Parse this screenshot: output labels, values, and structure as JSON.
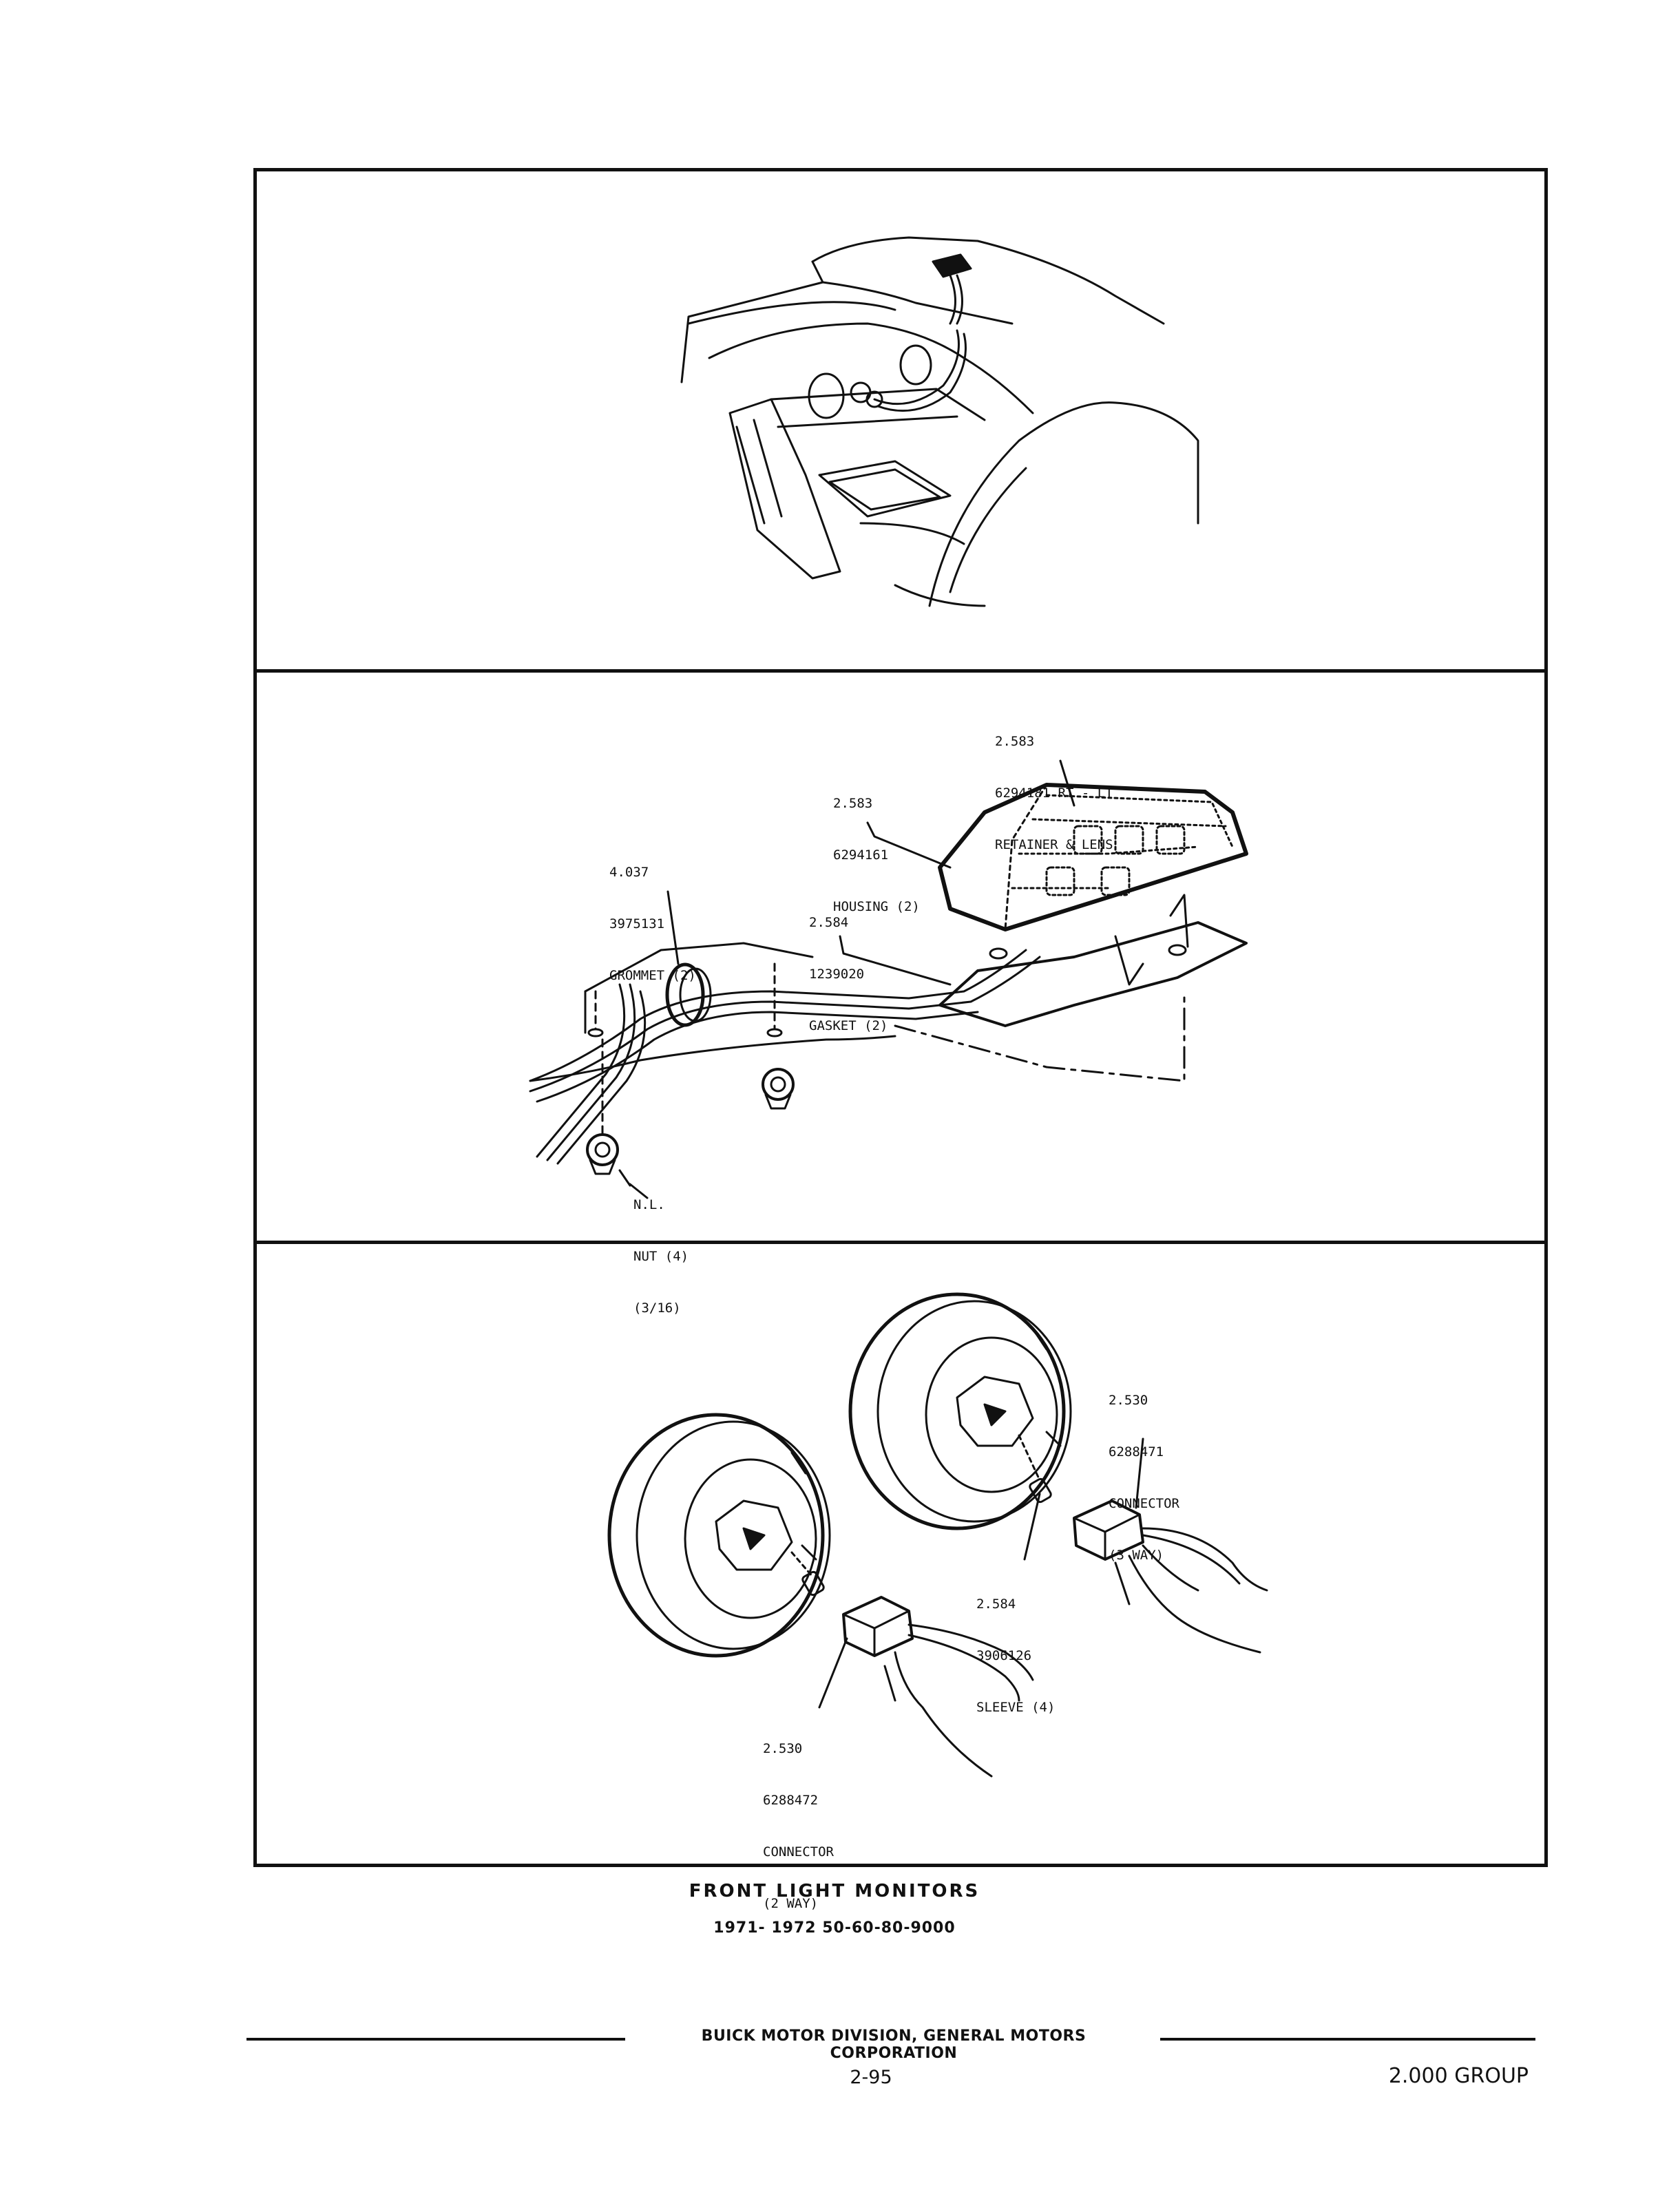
{
  "figure": {
    "labels": {
      "retainer_lens": [
        "2.583",
        "6294181 RT - LT",
        "RETAINER & LENS"
      ],
      "housing": [
        "2.583",
        "6294161",
        "HOUSING (2)"
      ],
      "grommet": [
        "4.037",
        "3975131",
        "GROMMET (2)"
      ],
      "gasket": [
        "2.584",
        "1239020",
        "GASKET (2)"
      ],
      "nut": [
        "N.L.",
        "NUT (4)",
        "(3/16)"
      ],
      "connector_3way": [
        "2.530",
        "6288471",
        "CONNECTOR",
        "(3 WAY)"
      ],
      "sleeve": [
        "2.584",
        "3906126",
        "SLEEVE (4)"
      ],
      "connector_2way": [
        "2.530",
        "6288472",
        "CONNECTOR",
        "(2 WAY)"
      ]
    }
  },
  "caption": {
    "title": "FRONT LIGHT MONITORS",
    "subtitle": "1971- 1972 50-60-80-9000"
  },
  "footer": {
    "company": "BUICK MOTOR DIVISION, GENERAL MOTORS CORPORATION",
    "page_number": "2-95",
    "group": "2.000 GROUP"
  }
}
